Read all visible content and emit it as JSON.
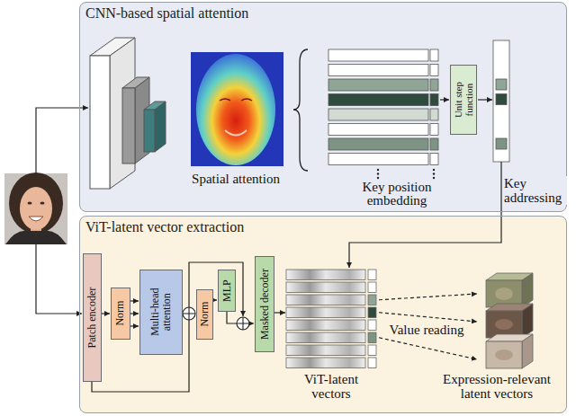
{
  "diagram": {
    "nodes": [
      {
        "text": [
          "CNN-based spatial attention"
        ]
      },
      {
        "text": [
          "ViT-latent vector extraction"
        ]
      },
      {
        "text": [
          "Unit step function"
        ],
        "in": 0
      },
      {
        "text": [
          "Patch encoder"
        ],
        "in": 1
      },
      {
        "text": [
          "Norm"
        ],
        "in": 1
      },
      {
        "text": [
          "Multi-head attention"
        ],
        "in": 1
      },
      {
        "text": [
          "Norm"
        ],
        "in": 1
      },
      {
        "text": [
          "MLP"
        ],
        "in": 1
      },
      {
        "text": [
          "Masked decoder"
        ],
        "in": 1
      }
    ],
    "edges": [
      {
        "from": 3,
        "to": 4,
        "arrow": "to"
      },
      {
        "from": 4,
        "to": 5,
        "arrow": "to"
      },
      {
        "from": 5,
        "to": 6,
        "arrow": "to"
      },
      {
        "from": 6,
        "to": 7,
        "arrow": "to"
      },
      {
        "from": 7,
        "to": 8,
        "arrow": "to"
      },
      {
        "from": 3,
        "to": 6,
        "arrow": "to"
      }
    ],
    "labels": [
      "Spatial attention",
      "Key position embedding",
      "Key addressing",
      "ViT-latent vectors",
      "Value reading",
      "Expression-relevant latent vectors"
    ]
  }
}
